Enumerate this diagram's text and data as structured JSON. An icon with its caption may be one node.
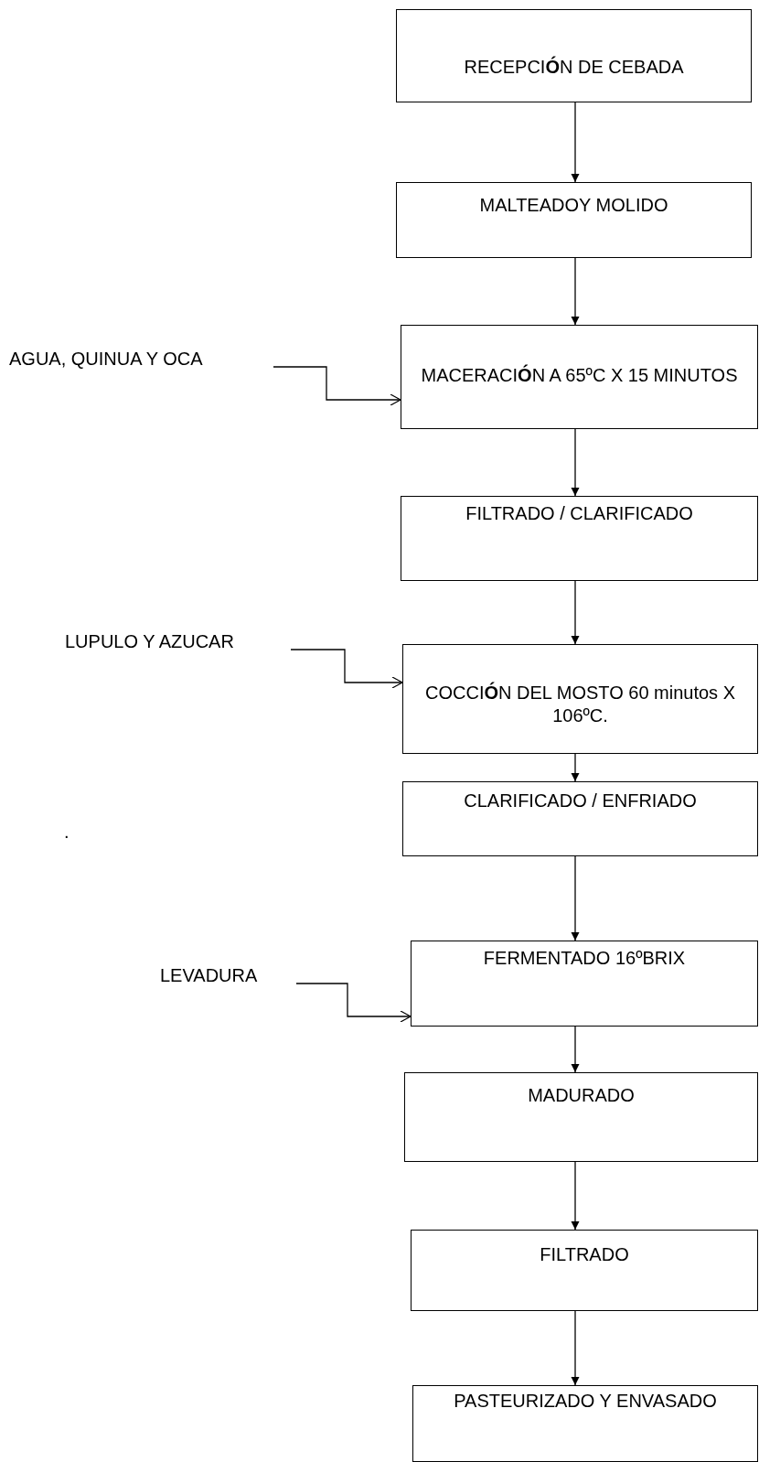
{
  "diagram": {
    "nodes": [
      {
        "text": [
          "RECEPCI**Ó**N DE CEBADA"
        ]
      },
      {
        "text": [
          "MALTEADOY MOLIDO"
        ]
      },
      {
        "text": [
          "AGUA, QUINUA Y OCA"
        ]
      },
      {
        "text": [
          "MACERACI**Ó**N A 65ºC X 15 MINUTOS"
        ]
      },
      {
        "text": [
          "FILTRADO / CLARIFICADO"
        ]
      },
      {
        "text": [
          "LUPULO Y AZUCAR"
        ]
      },
      {
        "text": [
          "COCCI**Ó**N DEL MOSTO 60 minutos X 106ºC."
        ]
      },
      {
        "text": [
          "CLARIFICADO / ENFRIADO"
        ]
      },
      {
        "text": [
          "LEVADURA"
        ]
      },
      {
        "text": [
          "FERMENTADO 16ºBRIX"
        ]
      },
      {
        "text": [
          "MADURADO"
        ]
      },
      {
        "text": [
          "FILTRADO"
        ]
      },
      {
        "text": [
          "PASTEURIZADO Y ENVASADO"
        ]
      }
    ],
    "edges": [
      {
        "from": 0,
        "to": 1,
        "arrow": "to"
      },
      {
        "from": 1,
        "to": 3,
        "arrow": "to"
      },
      {
        "from": 2,
        "to": 3,
        "arrow": "to"
      },
      {
        "from": 3,
        "to": 4,
        "arrow": "to"
      },
      {
        "from": 4,
        "to": 6,
        "arrow": "to"
      },
      {
        "from": 5,
        "to": 6,
        "arrow": "to"
      },
      {
        "from": 6,
        "to": 7,
        "arrow": "to"
      },
      {
        "from": 7,
        "to": 9,
        "arrow": "to"
      },
      {
        "from": 8,
        "to": 9,
        "arrow": "to"
      },
      {
        "from": 9,
        "to": 10,
        "arrow": "to"
      },
      {
        "from": 10,
        "to": 11,
        "arrow": "to"
      },
      {
        "from": 11,
        "to": 12,
        "arrow": "to"
      }
    ],
    "labels": [
      "."
    ]
  }
}
